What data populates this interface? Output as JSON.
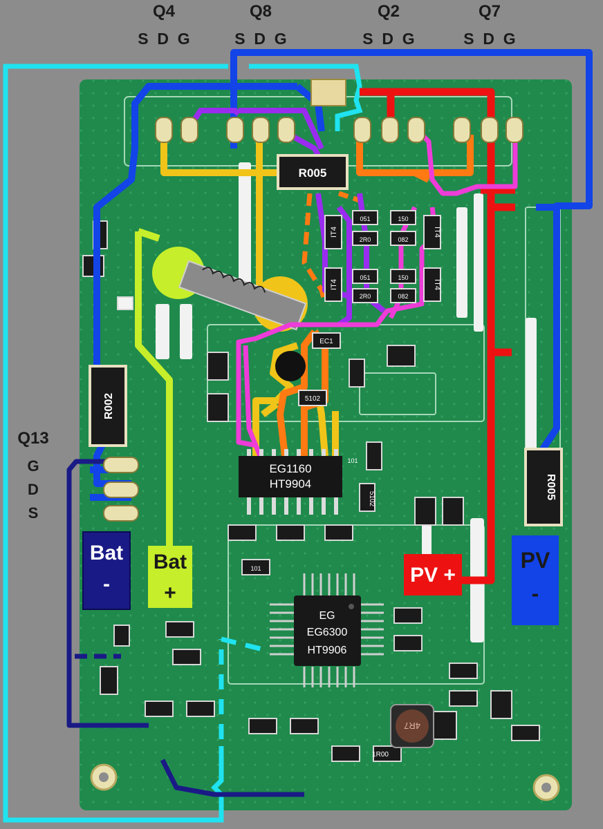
{
  "mosfet_headers": {
    "q4": {
      "name": "Q4",
      "pins": "S  D  G"
    },
    "q8": {
      "name": "Q8",
      "pins": "S  D  G"
    },
    "q2": {
      "name": "Q2",
      "pins": "S  D  G"
    },
    "q7": {
      "name": "Q7",
      "pins": "S  D  G"
    },
    "q13": {
      "name": "Q13",
      "pin_g": "G",
      "pin_d": "D",
      "pin_s": "S"
    }
  },
  "components": {
    "shunt_top": "R005",
    "shunt_left": "R002",
    "shunt_right": "R005",
    "driver_ic_line1": "EG1160",
    "driver_ic_line2": "HT9904",
    "mcu_line1": "EG",
    "mcu_line2": "EG6300",
    "mcu_line3": "HT9906",
    "small_chips": [
      "IT4",
      "IT4",
      "IT4",
      "IT4"
    ],
    "resistor_marks": [
      "051",
      "2R0",
      "150",
      "082",
      "2R0",
      "150",
      "082",
      "051"
    ],
    "misc_marks": [
      "EC1",
      "5102",
      "5102",
      "1R00",
      "4R7",
      "101",
      "101"
    ]
  },
  "terminals": {
    "bat_minus": {
      "line1": "Bat",
      "line2": "-"
    },
    "bat_plus": {
      "line1": "Bat",
      "line2": "+"
    },
    "pv_plus": {
      "label": "PV +"
    },
    "pv_minus": {
      "line1": "PV",
      "line2": "-"
    }
  },
  "colors": {
    "background": "#8c8c8c",
    "pcb": "#1f8a4c",
    "cyan": "#1fe3f0",
    "blue": "#1244e8",
    "red": "#ee1111",
    "yellow": "#f0c419",
    "lime": "#c6ee2a",
    "orange": "#ff7a12",
    "purple": "#9a2cf0",
    "magenta": "#ee3cd8",
    "navy": "#1a1a86"
  }
}
